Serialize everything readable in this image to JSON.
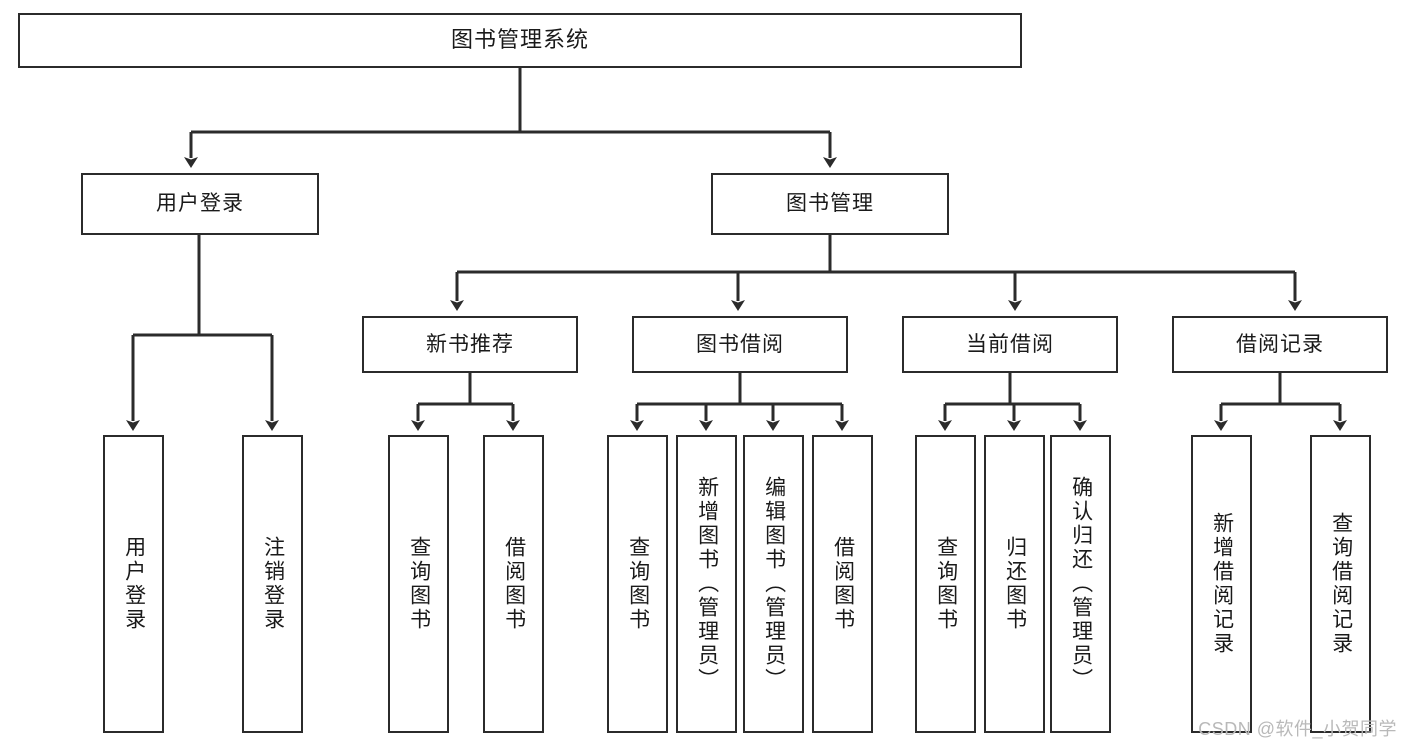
{
  "diagram": {
    "title": "图书管理系统",
    "type": "tree",
    "watermark": "CSDN @软件_小贺同学",
    "colors": {
      "stroke": "#2b2b2b",
      "fill": "#ffffff",
      "text": "#1a1a1a",
      "watermark": "#b9b9b9"
    },
    "levels": {
      "root": {
        "label": "图书管理系统"
      },
      "level2": [
        {
          "label": "用户登录"
        },
        {
          "label": "图书管理"
        }
      ],
      "level3": [
        {
          "label": "新书推荐"
        },
        {
          "label": "图书借阅"
        },
        {
          "label": "当前借阅"
        },
        {
          "label": "借阅记录"
        }
      ],
      "leaves": {
        "user_login": [
          {
            "label": "用户登录"
          },
          {
            "label": "注销登录"
          }
        ],
        "new_book_recommend": [
          {
            "label": "查询图书"
          },
          {
            "label": "借阅图书"
          }
        ],
        "book_borrow": [
          {
            "label": "查询图书"
          },
          {
            "label": "新增图书（管理员）"
          },
          {
            "label": "编辑图书（管理员）"
          },
          {
            "label": "借阅图书"
          }
        ],
        "current_borrow": [
          {
            "label": "查询图书"
          },
          {
            "label": "归还图书"
          },
          {
            "label": "确认归还（管理员）"
          }
        ],
        "borrow_records": [
          {
            "label": "新增借阅记录"
          },
          {
            "label": "查询借阅记录"
          }
        ]
      }
    }
  }
}
